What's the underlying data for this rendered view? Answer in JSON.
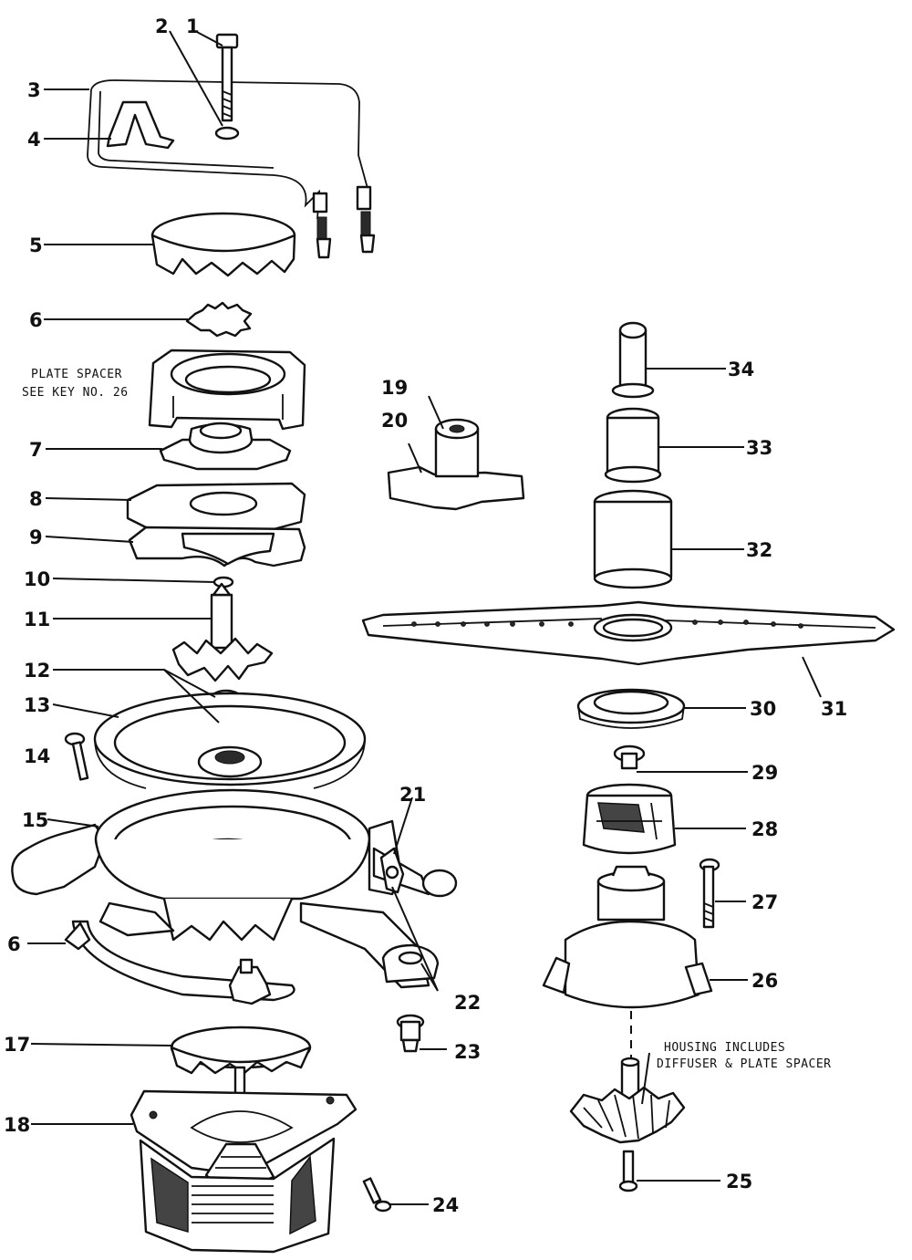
{
  "callouts": [
    {
      "id": "1",
      "label": "1"
    },
    {
      "id": "2",
      "label": "2"
    },
    {
      "id": "3",
      "label": "3"
    },
    {
      "id": "4",
      "label": "4"
    },
    {
      "id": "5",
      "label": "5"
    },
    {
      "id": "6a",
      "label": "6"
    },
    {
      "id": "7",
      "label": "7"
    },
    {
      "id": "8",
      "label": "8"
    },
    {
      "id": "9",
      "label": "9"
    },
    {
      "id": "10",
      "label": "10"
    },
    {
      "id": "11",
      "label": "11"
    },
    {
      "id": "12",
      "label": "12"
    },
    {
      "id": "13",
      "label": "13"
    },
    {
      "id": "14",
      "label": "14"
    },
    {
      "id": "15",
      "label": "15"
    },
    {
      "id": "6b",
      "label": "6"
    },
    {
      "id": "17",
      "label": "17"
    },
    {
      "id": "18",
      "label": "18"
    },
    {
      "id": "19",
      "label": "19"
    },
    {
      "id": "20",
      "label": "20"
    },
    {
      "id": "21",
      "label": "21"
    },
    {
      "id": "22",
      "label": "22"
    },
    {
      "id": "23",
      "label": "23"
    },
    {
      "id": "24",
      "label": "24"
    },
    {
      "id": "25",
      "label": "25"
    },
    {
      "id": "26",
      "label": "26"
    },
    {
      "id": "27",
      "label": "27"
    },
    {
      "id": "28",
      "label": "28"
    },
    {
      "id": "29",
      "label": "29"
    },
    {
      "id": "30",
      "label": "30"
    },
    {
      "id": "31",
      "label": "31"
    },
    {
      "id": "32",
      "label": "32"
    },
    {
      "id": "33",
      "label": "33"
    },
    {
      "id": "34",
      "label": "34"
    }
  ],
  "notes": {
    "plate_spacer_line1": "PLATE SPACER",
    "plate_spacer_line2": "SEE KEY NO. 26",
    "housing_line1": "HOUSING INCLUDES",
    "housing_line2": "DIFFUSER & PLATE SPACER"
  }
}
